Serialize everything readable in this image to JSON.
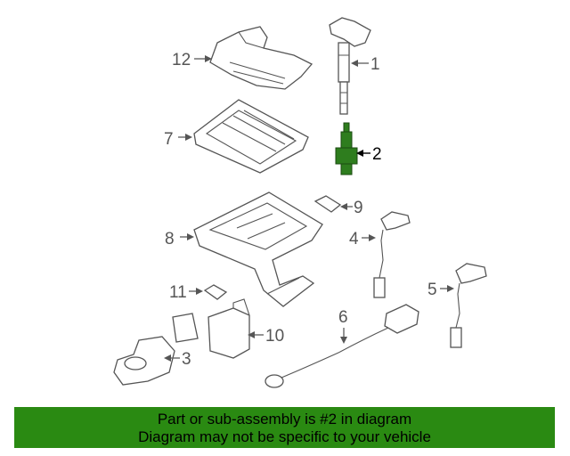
{
  "callouts": {
    "c1": "1",
    "c2": "2",
    "c3": "3",
    "c4": "4",
    "c5": "5",
    "c6": "6",
    "c7": "7",
    "c8": "8",
    "c9": "9",
    "c10": "10",
    "c11": "11",
    "c12": "12"
  },
  "colors": {
    "banner": "#2a8a12",
    "highlight_part": "#2e7d1e",
    "line": "#555555"
  },
  "banner": {
    "line1": "Part or sub-assembly is #2 in diagram",
    "line2": "Diagram may not be specific to your vehicle"
  }
}
